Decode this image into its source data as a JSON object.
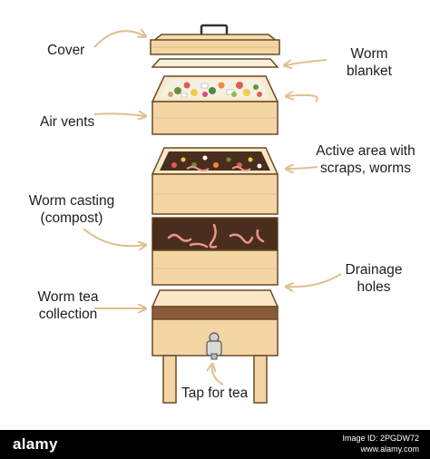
{
  "labels": {
    "cover": "Cover",
    "worm_blanket_1": "Worm",
    "worm_blanket_2": "blanket",
    "air_vents": "Air vents",
    "active_area_1": "Active area with",
    "active_area_2": "scraps, worms",
    "worm_casting_1": "Worm casting",
    "worm_casting_2": "(compost)",
    "drainage_1": "Drainage",
    "drainage_2": "holes",
    "worm_tea_1": "Worm tea",
    "worm_tea_2": "collection",
    "tap": "Tap for tea"
  },
  "footer": {
    "logo": "alamy",
    "image_id": "Image ID: 2PGDW72",
    "site": "www.alamy.com"
  },
  "colors": {
    "wood": "#f3d6a4",
    "wood_dark": "#e6bf82",
    "outline": "#6b4a24",
    "arrow": "#e8c99e",
    "soil": "#4a2e1d",
    "worm": "#e8968a",
    "blanket": "#f7f0dc"
  }
}
